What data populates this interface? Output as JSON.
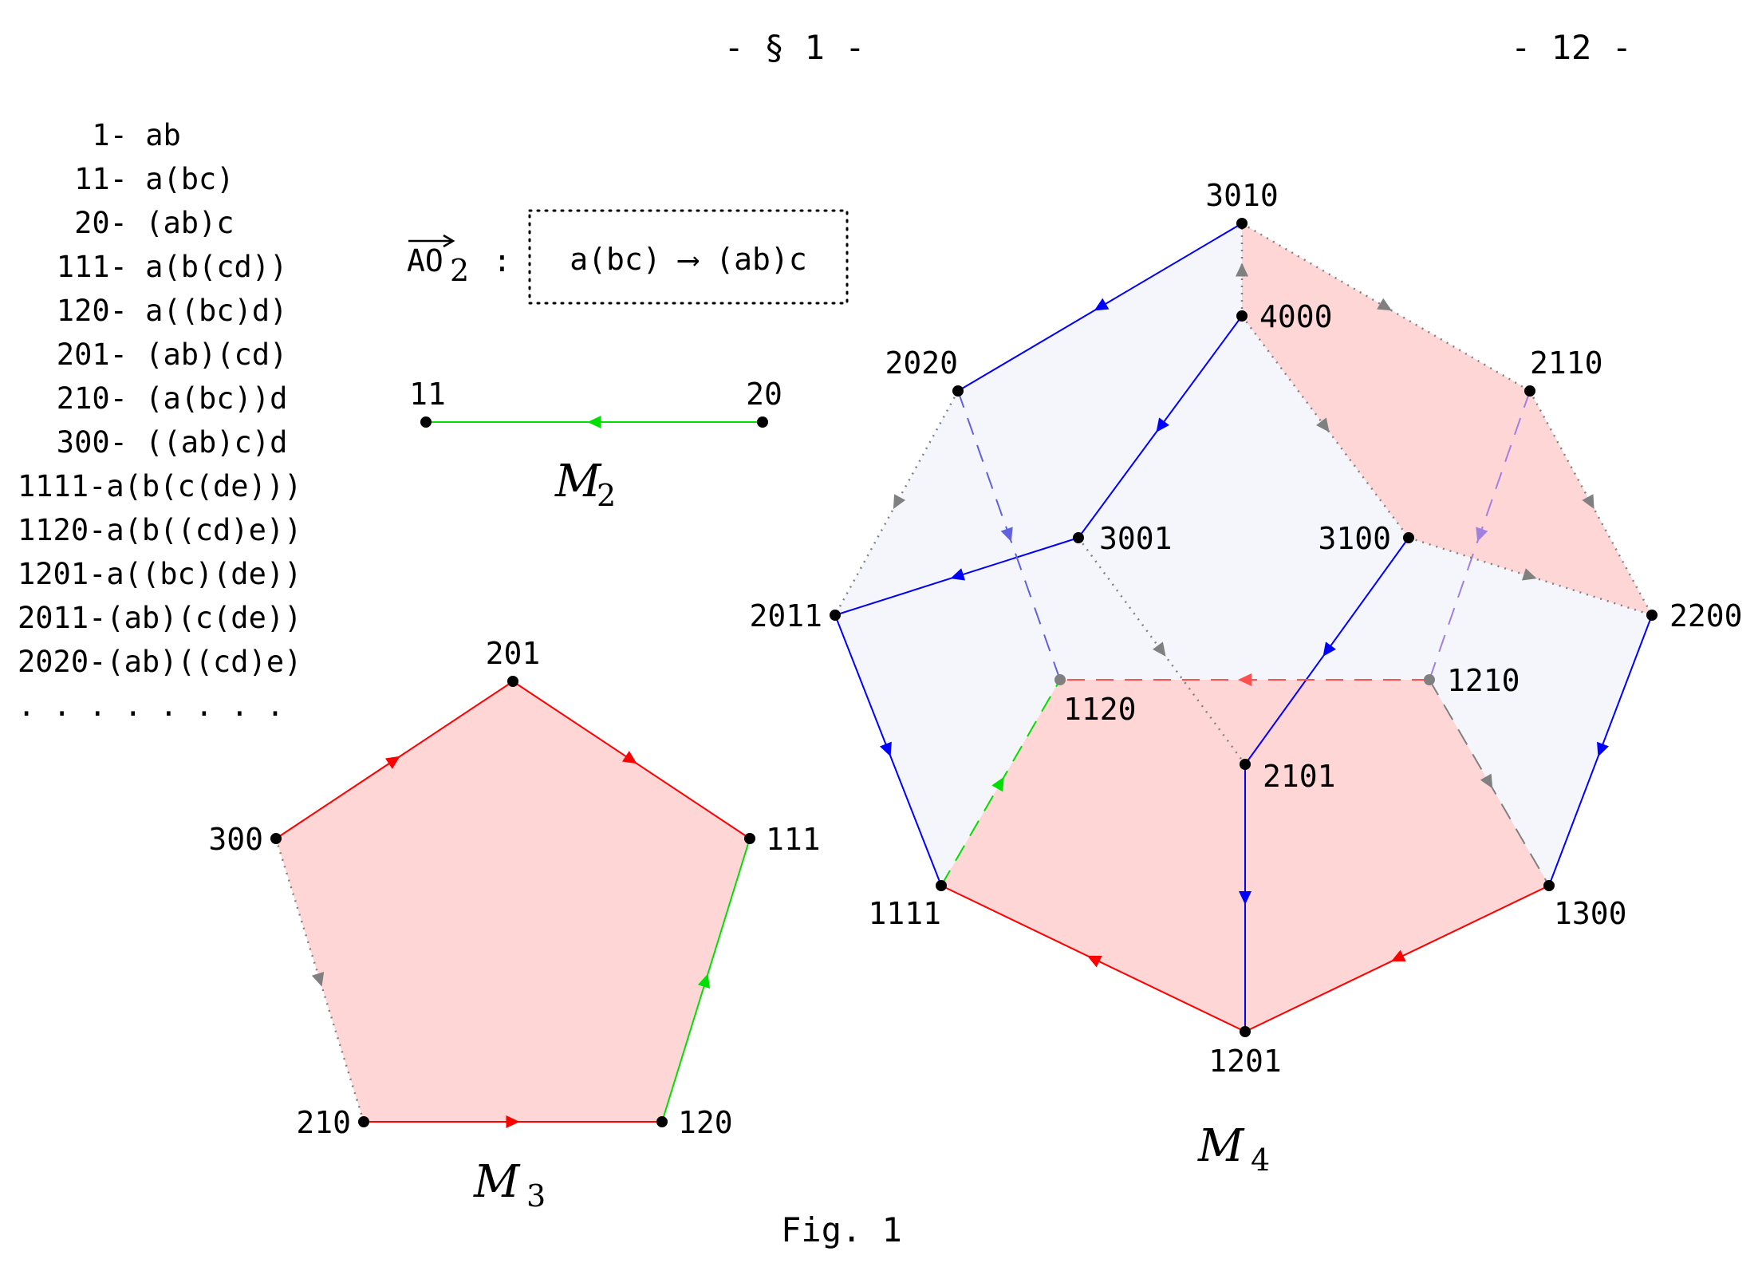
{
  "header": {
    "section": "- § 1 -",
    "page": "- 12 -"
  },
  "notation_list": [
    "1- ab",
    "11- a(bc)",
    "20- (ab)c",
    "111- a(b(cd))",
    "120- a((bc)d)",
    "201- (ab)(cd)",
    "210- (a(bc))d",
    "300- ((ab)c)d",
    "1111-a(b(c(de)))",
    "1120-a(b((cd)e))",
    "1201-a((bc)(de))",
    "2011-(ab)(c(de))",
    "2020-(ab)((cd)e)",
    ". . . . . . . ."
  ],
  "rule": {
    "name": "AO",
    "index": "2",
    "colon": ":",
    "text": "a(bc) ⟶ (ab)c"
  },
  "m2": {
    "title": "M",
    "index": "2",
    "nodes": [
      {
        "id": "11",
        "label": "11"
      },
      {
        "id": "20",
        "label": "20"
      }
    ],
    "edges": [
      {
        "from": "20",
        "to": "11",
        "color": "#00e000",
        "style": "solid"
      }
    ]
  },
  "m3": {
    "title": "M",
    "index": "3",
    "face_color": "#ffd6d6",
    "nodes": [
      {
        "id": "201",
        "label": "201"
      },
      {
        "id": "300",
        "label": "300"
      },
      {
        "id": "111",
        "label": "111"
      },
      {
        "id": "210",
        "label": "210"
      },
      {
        "id": "120",
        "label": "120"
      }
    ],
    "edges": [
      {
        "from": "300",
        "to": "201",
        "color": "#ff0000",
        "style": "solid"
      },
      {
        "from": "201",
        "to": "111",
        "color": "#ff0000",
        "style": "solid"
      },
      {
        "from": "120",
        "to": "111",
        "color": "#00e000",
        "style": "solid"
      },
      {
        "from": "210",
        "to": "120",
        "color": "#ff0000",
        "style": "solid"
      },
      {
        "from": "300",
        "to": "210",
        "color": "#808080",
        "style": "dotted"
      }
    ]
  },
  "m4": {
    "title": "M",
    "index": "4",
    "face_colors": {
      "pink": "#ffd6d6",
      "lavender": "#f5f6fc"
    },
    "nodes": [
      {
        "id": "3010",
        "label": "3010"
      },
      {
        "id": "4000",
        "label": "4000"
      },
      {
        "id": "2020",
        "label": "2020"
      },
      {
        "id": "2110",
        "label": "2110"
      },
      {
        "id": "3001",
        "label": "3001"
      },
      {
        "id": "3100",
        "label": "3100"
      },
      {
        "id": "2011",
        "label": "2011"
      },
      {
        "id": "2200",
        "label": "2200"
      },
      {
        "id": "1120",
        "label": "1120"
      },
      {
        "id": "1210",
        "label": "1210"
      },
      {
        "id": "2101",
        "label": "2101"
      },
      {
        "id": "1111",
        "label": "1111"
      },
      {
        "id": "1300",
        "label": "1300"
      },
      {
        "id": "1201",
        "label": "1201"
      }
    ],
    "edges": [
      {
        "from": "3010",
        "to": "2020",
        "color": "#0000ff",
        "style": "solid"
      },
      {
        "from": "4000",
        "to": "3001",
        "color": "#0000ff",
        "style": "solid"
      },
      {
        "from": "3001",
        "to": "2011",
        "color": "#0000ff",
        "style": "solid"
      },
      {
        "from": "2011",
        "to": "1111",
        "color": "#0000ff",
        "style": "solid"
      },
      {
        "from": "3100",
        "to": "2101",
        "color": "#0000ff",
        "style": "solid"
      },
      {
        "from": "2101",
        "to": "1201",
        "color": "#0000ff",
        "style": "solid"
      },
      {
        "from": "2200",
        "to": "1300",
        "color": "#0000ff",
        "style": "solid"
      },
      {
        "from": "1300",
        "to": "1201",
        "color": "#ff0000",
        "style": "solid"
      },
      {
        "from": "1201",
        "to": "1111",
        "color": "#ff0000",
        "style": "solid"
      },
      {
        "from": "1210",
        "to": "1120",
        "color": "#ff5050",
        "style": "dashed"
      },
      {
        "from": "1111",
        "to": "1120",
        "color": "#00e000",
        "style": "dashed"
      },
      {
        "from": "2020",
        "to": "1120",
        "color": "#6060e0",
        "style": "dashed"
      },
      {
        "from": "2110",
        "to": "1210",
        "color": "#a080e0",
        "style": "dashed"
      },
      {
        "from": "1210",
        "to": "1300",
        "color": "#808080",
        "style": "dashed"
      },
      {
        "from": "4000",
        "to": "3010",
        "color": "#808080",
        "style": "dotted"
      },
      {
        "from": "3010",
        "to": "2110",
        "color": "#808080",
        "style": "dotted"
      },
      {
        "from": "4000",
        "to": "3100",
        "color": "#808080",
        "style": "dotted"
      },
      {
        "from": "2110",
        "to": "2200",
        "color": "#808080",
        "style": "dotted"
      },
      {
        "from": "3100",
        "to": "2200",
        "color": "#808080",
        "style": "dotted"
      },
      {
        "from": "2020",
        "to": "2011",
        "color": "#808080",
        "style": "dotted"
      },
      {
        "from": "3001",
        "to": "2101",
        "color": "#808080",
        "style": "dotted"
      }
    ]
  },
  "caption": "Fig. 1"
}
